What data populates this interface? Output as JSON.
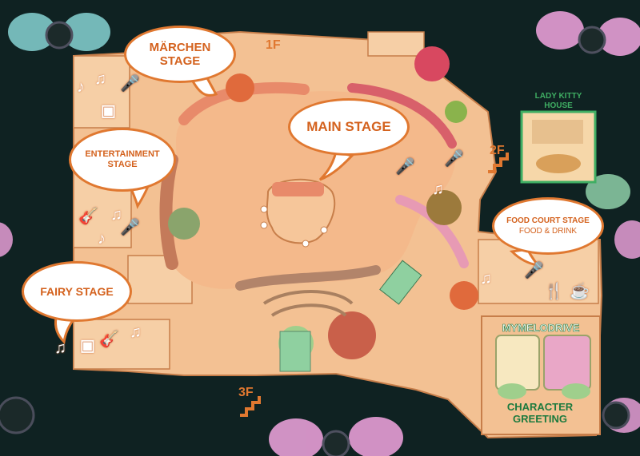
{
  "map": {
    "floors": {
      "first": "1F",
      "second": "2F",
      "third": "3F"
    },
    "stages": {
      "marchen": {
        "line1": "MÄRCHEN",
        "line2": "STAGE"
      },
      "main": {
        "line1": "MAIN STAGE"
      },
      "entertainment": {
        "line1": "ENTERTAINMENT",
        "line2": "STAGE"
      },
      "fairy": {
        "line1": "FAIRY STAGE"
      },
      "food_court": {
        "line1": "FOOD COURT STAGE",
        "line2": "FOOD & DRINK"
      }
    },
    "zones": {
      "lady_kitty": {
        "line1": "LADY KITTY",
        "line2": "HOUSE"
      },
      "my_melo_drive": {
        "line1": "MYMELODRIVE"
      },
      "character_greeting": {
        "line1": "CHARACTER",
        "line2": "GREETING"
      }
    },
    "colors": {
      "background": "#0f2222",
      "floor_plan": "#f3c193",
      "plaza": "#f4b98b",
      "bubble_border": "#e07830",
      "bubble_text": "#d4621e",
      "greeting_text": "#1c7a3e",
      "lady_kitty_text": "#3fae63"
    },
    "icons": [
      "music-note-icon",
      "microphone-icon",
      "guitar-icon",
      "speaker-icon",
      "stairs-icon",
      "fork-knife-icon",
      "cup-icon",
      "ribbon-bow-icon"
    ]
  }
}
